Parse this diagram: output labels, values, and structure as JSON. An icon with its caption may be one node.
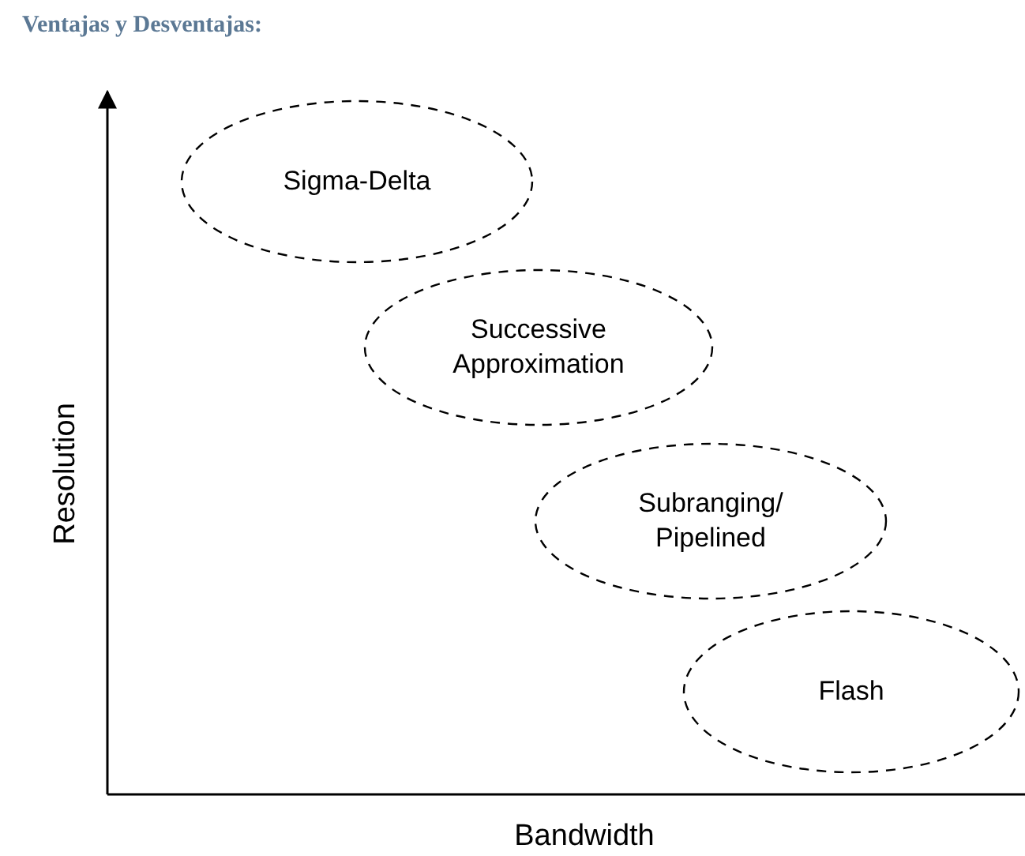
{
  "diagram": {
    "title": "Ventajas y Desventajas:",
    "nodes": [
      {
        "text": [
          "Sigma-Delta"
        ]
      },
      {
        "text": [
          "Successive Approximation"
        ]
      },
      {
        "text": [
          "Subranging/ Pipelined"
        ]
      },
      {
        "text": [
          "Flash"
        ]
      }
    ],
    "labels": [
      "Resolution",
      "Bandwidth"
    ]
  }
}
